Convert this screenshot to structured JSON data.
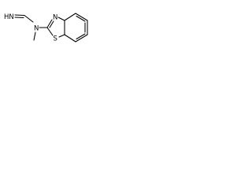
{
  "molecule": {
    "atoms": {
      "imine_nh": "HN",
      "amine_n": "N",
      "ring_n": "N",
      "ring_s": "S"
    }
  }
}
